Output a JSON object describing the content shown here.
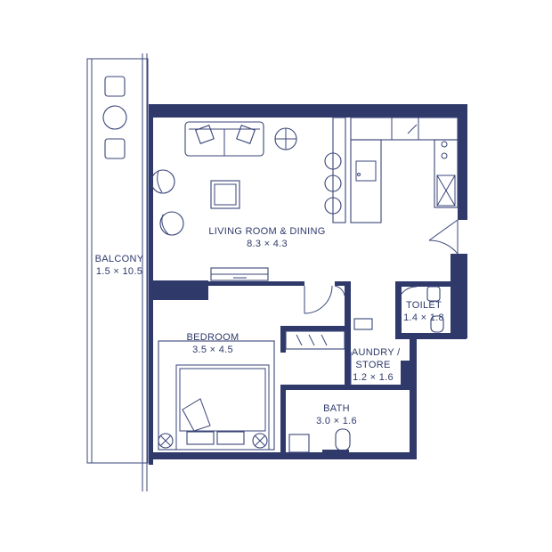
{
  "rooms": {
    "balcony": {
      "name": "BALCONY",
      "size": "1.5 × 10.5"
    },
    "living": {
      "name": "LIVING ROOM & DINING",
      "size": "8.3 × 4.3"
    },
    "bedroom": {
      "name": "BEDROOM",
      "size": "3.5 × 4.5"
    },
    "toilet": {
      "name": "TOILET",
      "size": "1.4 × 1.8"
    },
    "laundry": {
      "name": "LAUNDRY /",
      "name2": "STORE",
      "size": "1.2 × 1.6"
    },
    "bath": {
      "name": "BATH",
      "size": "3.0 × 1.6"
    }
  },
  "colors": {
    "wall": "#2f3a6b",
    "line": "#3a4578"
  }
}
